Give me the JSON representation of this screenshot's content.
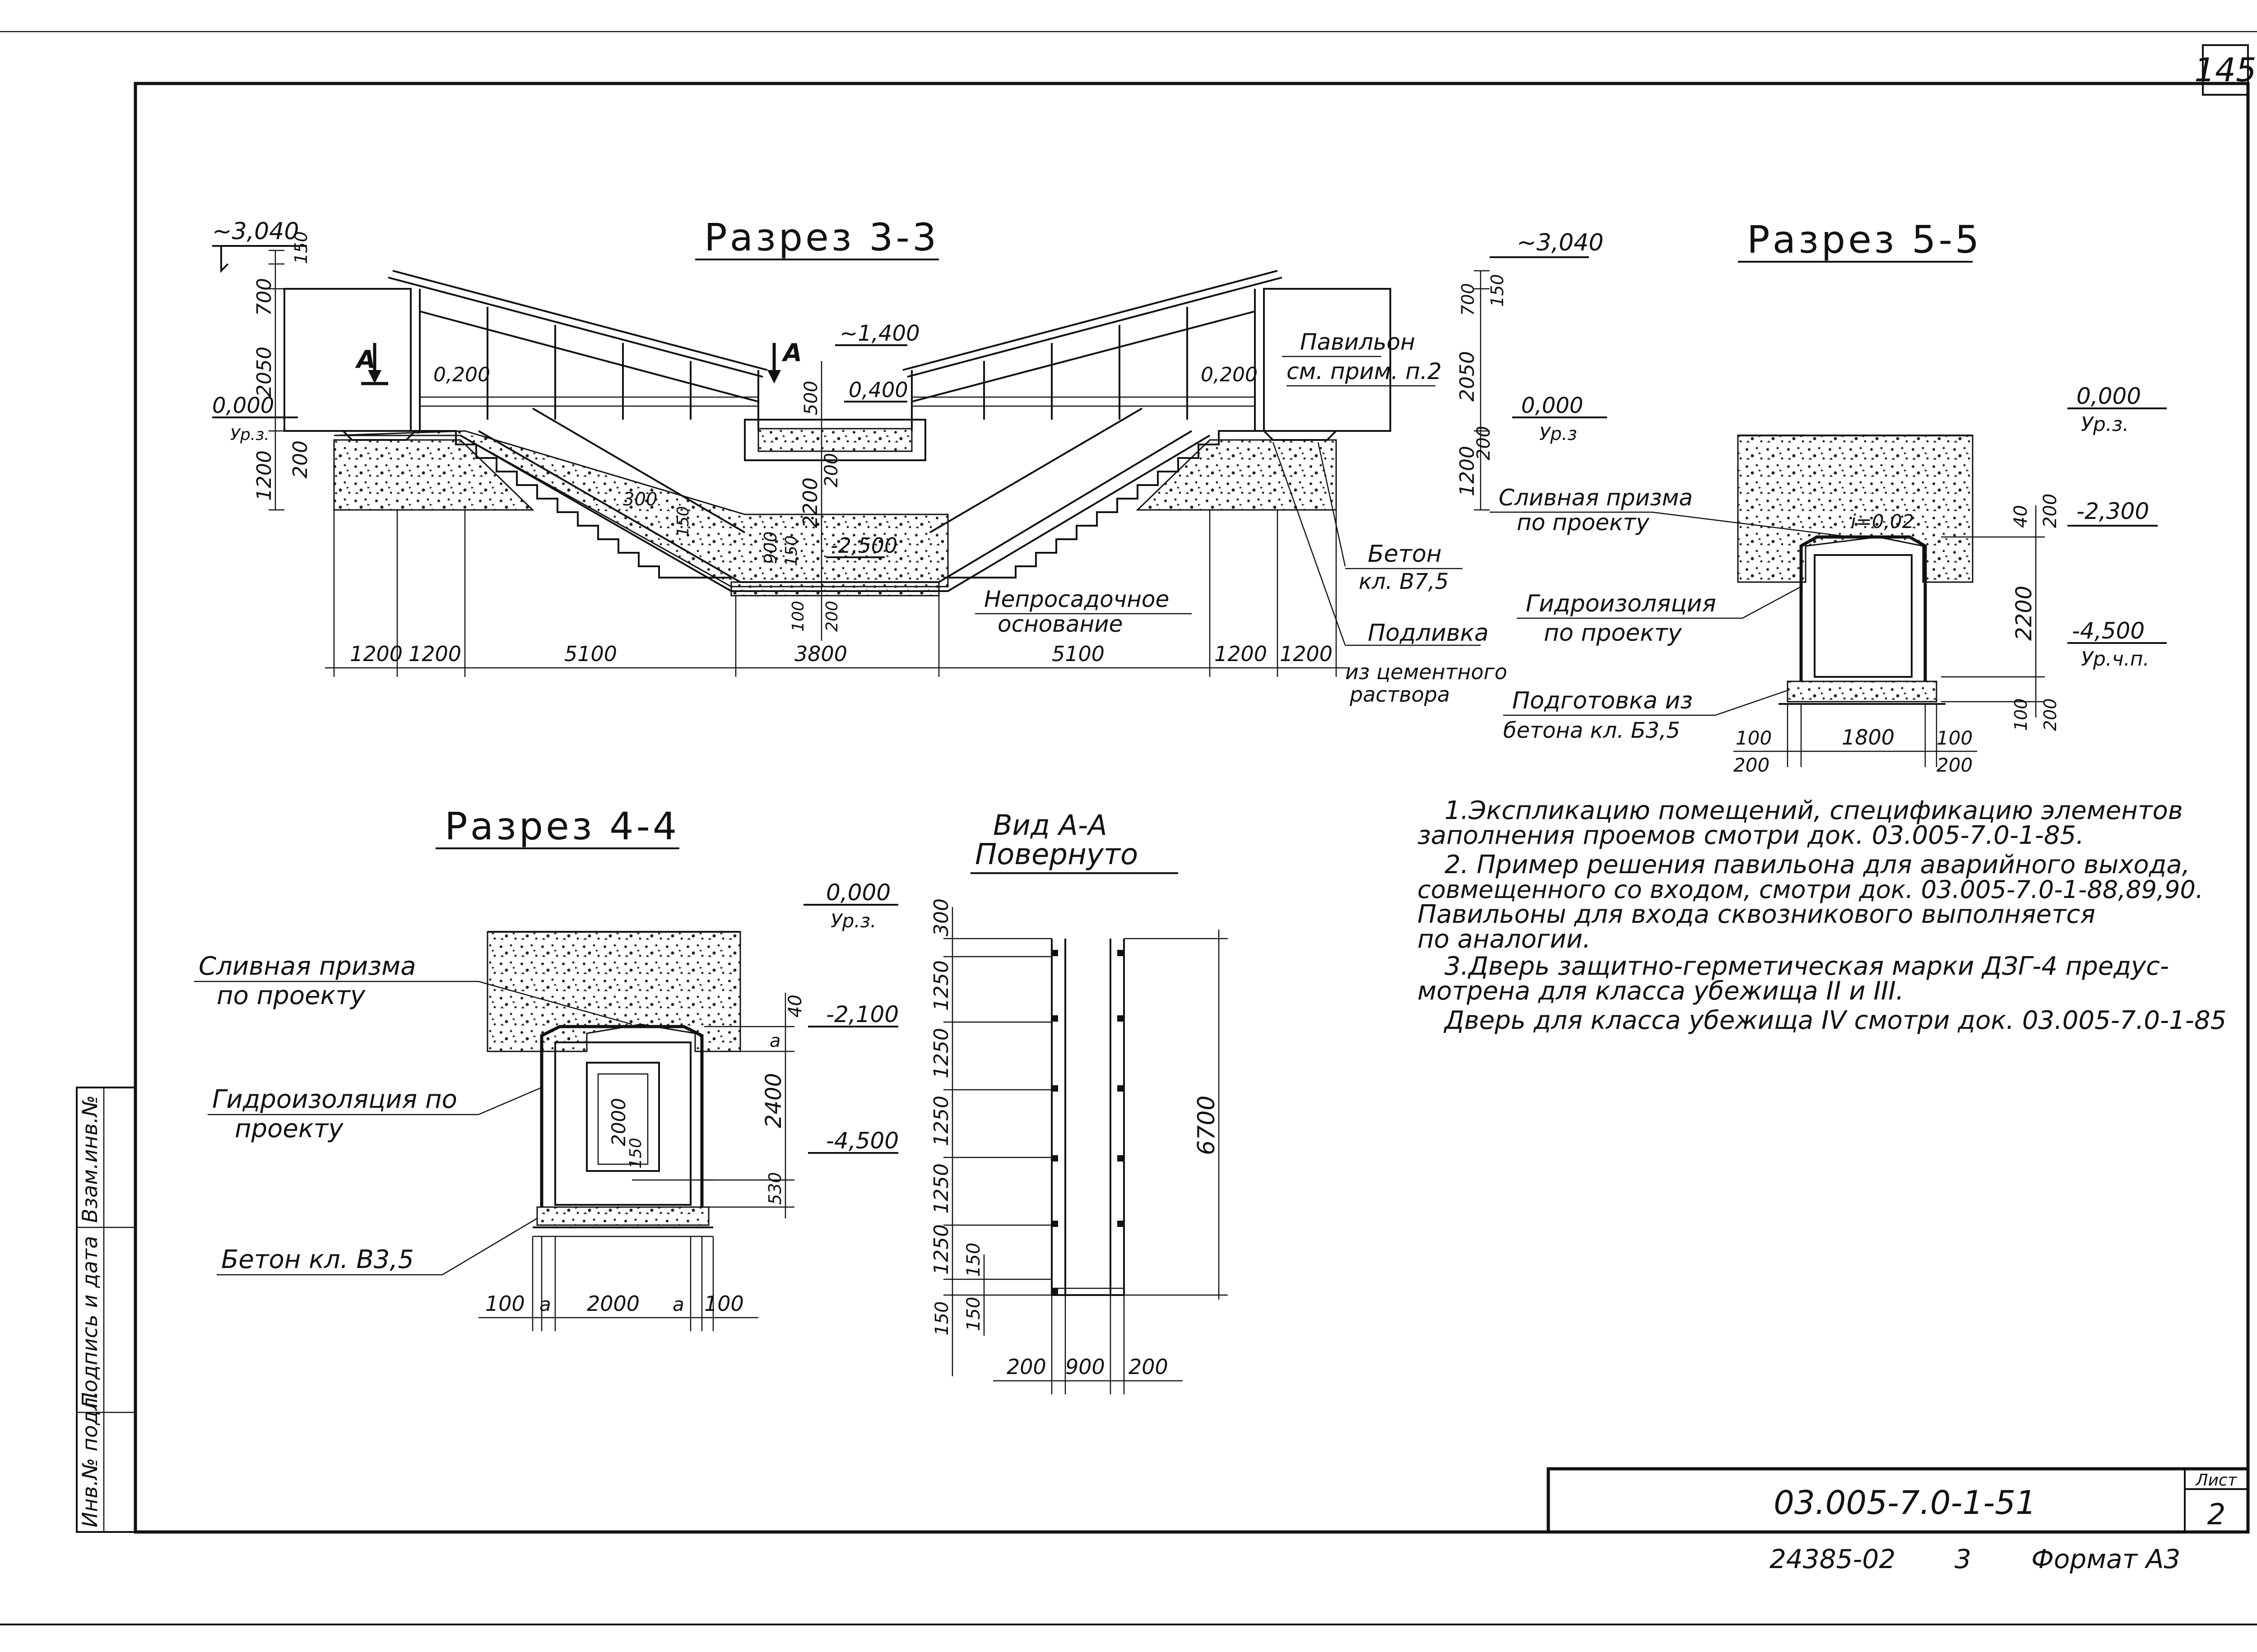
{
  "sheet": {
    "page_number": "145",
    "code": "03.005-7.0-1-51",
    "sheet_label": "Лист",
    "sheet_number": "2",
    "footer_num": "24385-02",
    "footer_copy": "3",
    "footer_format": "Формат А3"
  },
  "side_stamp": [
    "Инв.№ подл.",
    "Подпись и дата",
    "Взам.инв.№"
  ],
  "section33": {
    "title": "Разрез 3-3",
    "lvl_left_top": "~3,040",
    "lvl_right_top": "~3,040",
    "lvl_mid_top": "~1,400",
    "lvl_mid": "0,400",
    "lvl_zero_left": "0,000",
    "lvl_zero_left_sub": "Ур.з.",
    "lvl_zero_right": "0,000",
    "lvl_zero_right_sub": "Ур.з",
    "lvl_0200_left": "0,200",
    "lvl_0200_right": "0,200",
    "lvl_bottom": "-2,500",
    "cut_a_left": "А",
    "cut_a_right": "А",
    "dims_left_v": [
      "150",
      "700",
      "2050",
      "1200",
      "200"
    ],
    "dims_right_v": [
      "150",
      "700",
      "2050",
      "200",
      "1200"
    ],
    "dims_mid_v": [
      "500",
      "200",
      "2200",
      "150",
      "900",
      "100",
      "200"
    ],
    "step_300": "300",
    "step_150": "150",
    "dims_h": [
      "1200",
      "1200",
      "5100",
      "3800",
      "5100",
      "1200",
      "1200"
    ],
    "note_pavilion": "Павильон",
    "note_pavilion2": "см. прим. п.2",
    "note_beton": "Бетон",
    "note_beton2": "кл. В7,5",
    "note_base": "Непросадочное",
    "note_base2": "основание",
    "note_podliv": "Подливка",
    "note_podliv2": "из цементного",
    "note_podliv3": "раствора"
  },
  "section55": {
    "title": "Разрез 5-5",
    "lvl_top": "0,000",
    "lvl_top_sub": "Ур.з.",
    "lvl_mid": "-2,300",
    "lvl_bot": "-4,500",
    "lvl_bot_sub": "Ур.ч.п.",
    "slope": "i=0,02",
    "note_prism": "Сливная призма",
    "note_prism2": "по проекту",
    "note_hydro": "Гидроизоляция",
    "note_hydro2": "по проекту",
    "note_prep": "Подготовка из",
    "note_prep2": "бетона кл. Б3,5",
    "dims_v": [
      "40",
      "200",
      "2200",
      "100",
      "200"
    ],
    "dims_h": [
      "100",
      "200",
      "1800",
      "100",
      "200"
    ]
  },
  "section44": {
    "title": "Разрез 4-4",
    "lvl_top": "0,000",
    "lvl_top_sub": "Ур.з.",
    "lvl_mid": "-2,100",
    "lvl_bot": "-4,500",
    "note_prism": "Сливная призма",
    "note_prism2": "по проекту",
    "note_hydro": "Гидроизоляция по",
    "note_hydro2": "проекту",
    "note_beton": "Бетон кл. В3,5",
    "dims_v": [
      "40",
      "а",
      "2400",
      "530"
    ],
    "door_h": "2000",
    "door_off": "150",
    "dims_h": [
      "100",
      "а",
      "2000",
      "а",
      "100"
    ]
  },
  "viewAA": {
    "title": "Вид А-А",
    "subtitle": "Повернуто",
    "dims_v": [
      "300",
      "1250",
      "1250",
      "1250",
      "1250",
      "1250",
      "150",
      "150",
      "150"
    ],
    "dim_total": "6700",
    "dims_h": [
      "200",
      "900",
      "200"
    ]
  },
  "notes": [
    "1.Экспликацию помещений, спецификацию элементов",
    "заполнения проемов смотри док. 03.005-7.0-1-85.",
    "2. Пример решения павильона для аварийного выхода,",
    "совмещенного со входом, смотри док. 03.005-7.0-1-88,89,90.",
    "Павильоны для входа сквозникового выполняется",
    "по аналогии.",
    "3.Дверь защитно-герметическая марки ДЗГ-4 предус-",
    "мотрена для класса убежища II и III.",
    "Дверь для класса убежища IV смотри док. 03.005-7.0-1-85"
  ]
}
